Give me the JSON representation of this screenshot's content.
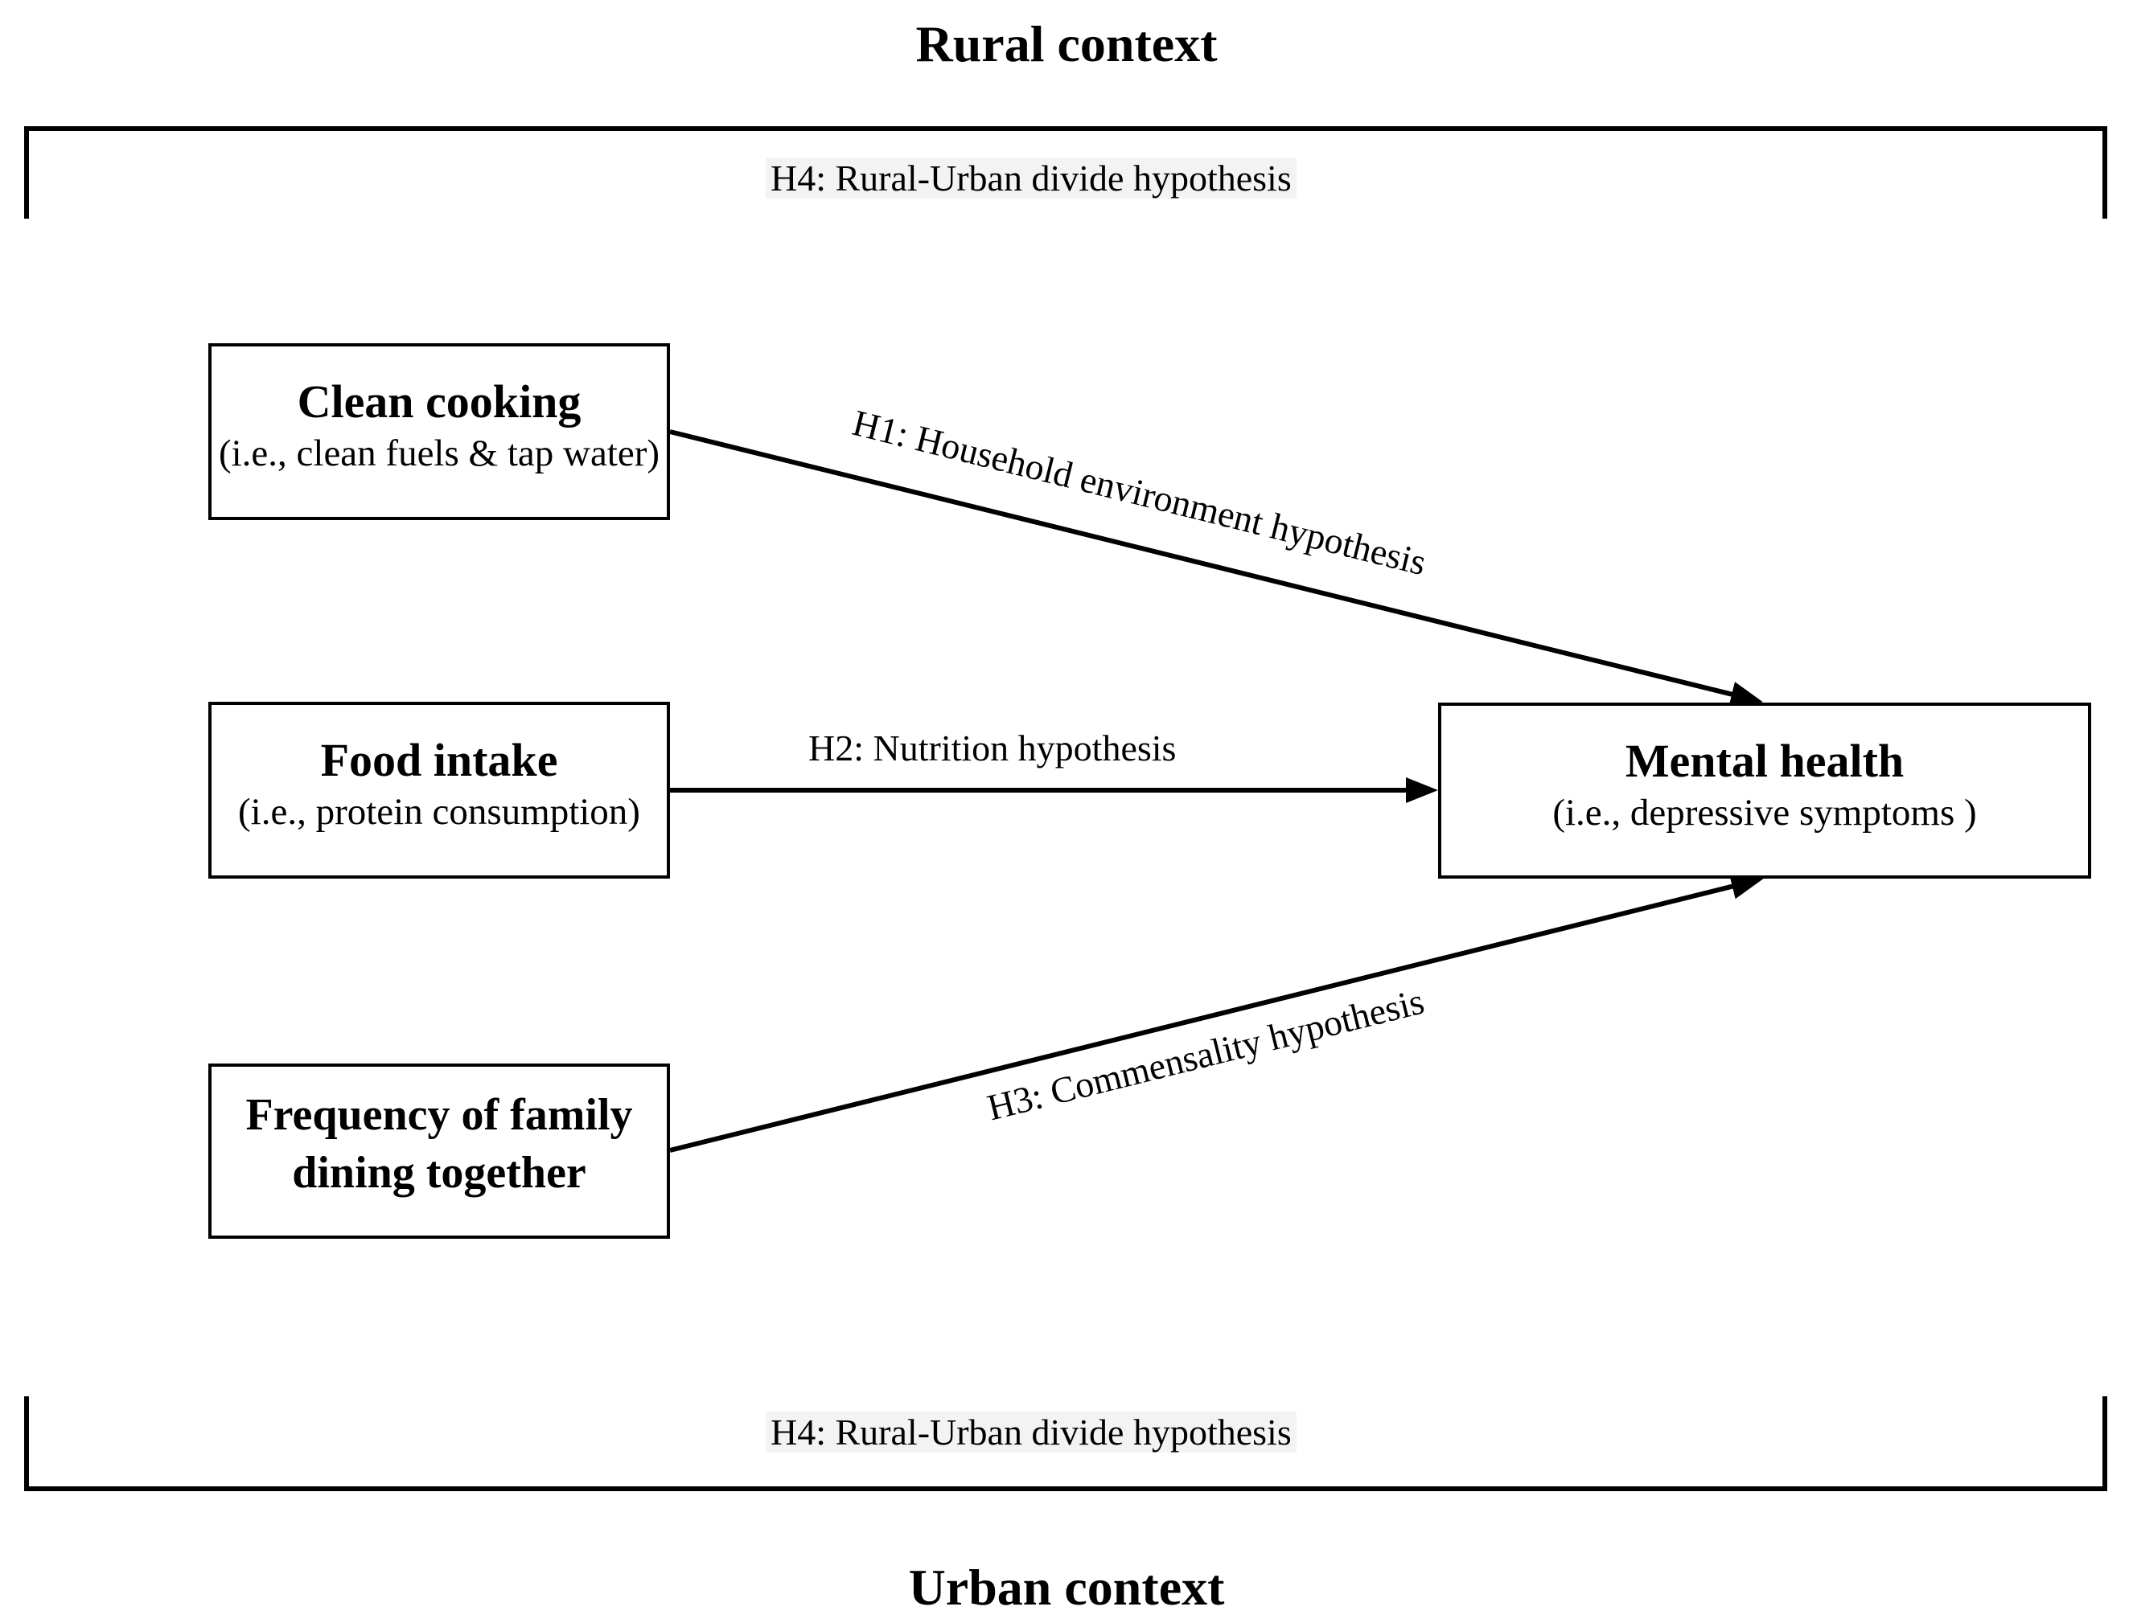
{
  "diagram": {
    "top_context_label": "Rural context",
    "bottom_context_label": "Urban context",
    "h4_top_label": "H4: Rural-Urban divide hypothesis",
    "h4_bottom_label": "H4: Rural-Urban divide hypothesis",
    "boxes": {
      "clean_cooking": {
        "title": "Clean cooking",
        "subtitle": "(i.e., clean fuels & tap water)"
      },
      "food_intake": {
        "title": "Food intake",
        "subtitle": "(i.e., protein consumption)"
      },
      "family_dining": {
        "title_line1": "Frequency of family",
        "title_line2": "dining together"
      },
      "mental_health": {
        "title": "Mental health",
        "subtitle": "(i.e., depressive symptoms )"
      }
    },
    "arrows": {
      "h1": {
        "label": "H1: Household environment hypothesis"
      },
      "h2": {
        "label": "H2: Nutrition hypothesis"
      },
      "h3": {
        "label": "H3: Commensality hypothesis"
      }
    },
    "colors": {
      "ink": "#000000",
      "background": "#ffffff",
      "h4_highlight": "#f3f3f3"
    }
  }
}
